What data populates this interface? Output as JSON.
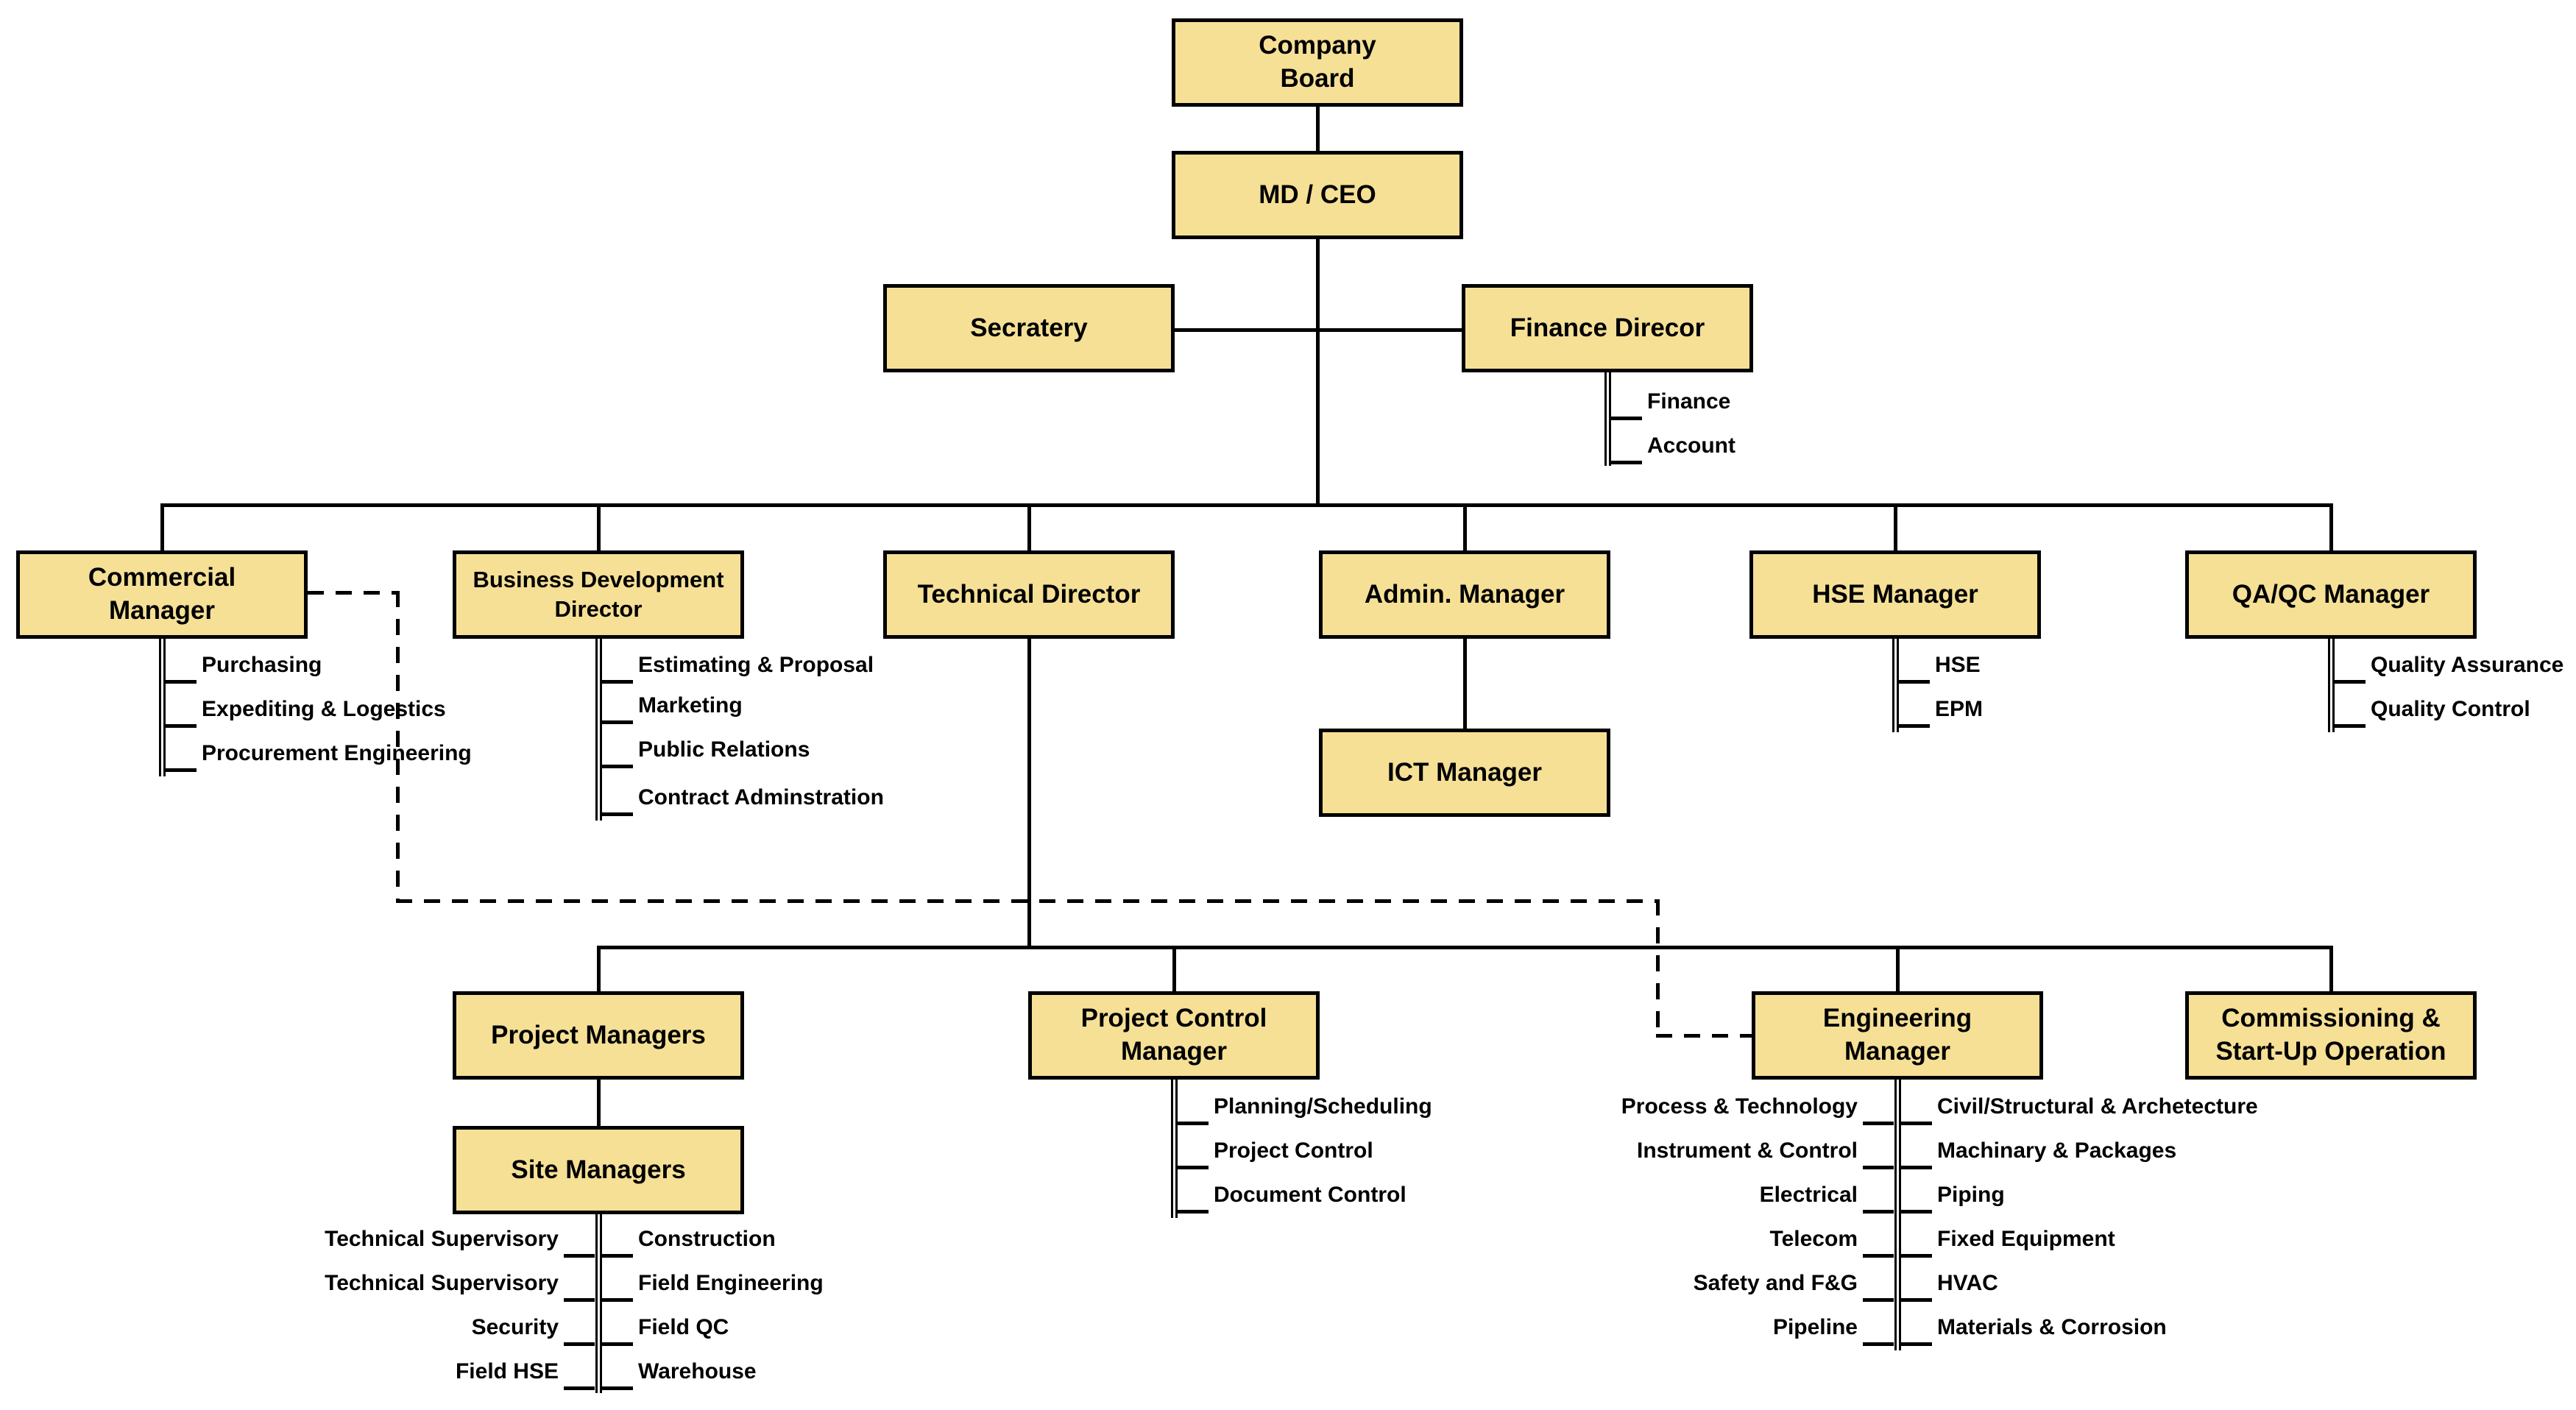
{
  "colors": {
    "box_fill": "#F5E096",
    "box_border": "#000000",
    "line": "#000000",
    "background": "#FFFFFF"
  },
  "nodes": {
    "company_board": "Company\nBoard",
    "md_ceo": "MD / CEO",
    "secretary": "Secratery",
    "finance_director": "Finance Direcor",
    "commercial_manager": "Commercial\nManager",
    "business_development_director": "Business Development\nDirector",
    "technical_director": "Technical Director",
    "admin_manager": "Admin. Manager",
    "hse_manager": "HSE Manager",
    "qaqc_manager": "QA/QC Manager",
    "ict_manager": "ICT Manager",
    "project_managers": "Project Managers",
    "project_control_manager": "Project Control\nManager",
    "engineering_manager": "Engineering\nManager",
    "commissioning": "Commissioning &\nStart-Up Operation",
    "site_managers": "Site Managers"
  },
  "lists": {
    "finance": [
      "Finance",
      "Account"
    ],
    "commercial": [
      "Purchasing",
      "Expediting & Logestics",
      "Procurement Engineering"
    ],
    "business_development": [
      "Estimating & Proposal",
      "Marketing",
      "Public Relations",
      "Contract Adminstration"
    ],
    "hse": [
      "HSE",
      "EPM"
    ],
    "qaqc": [
      "Quality Assurance",
      "Quality Control"
    ],
    "project_control": [
      "Planning/Scheduling",
      "Project Control",
      "Document Control"
    ],
    "site_left": [
      "Technical Supervisory",
      "Technical Supervisory",
      "Security",
      "Field HSE"
    ],
    "site_right": [
      "Construction",
      "Field Engineering",
      "Field QC",
      "Warehouse"
    ],
    "engineering_left": [
      "Process & Technology",
      "Instrument & Control",
      "Electrical",
      "Telecom",
      "Safety and F&G",
      "Pipeline"
    ],
    "engineering_right": [
      "Civil/Structural & Archetecture",
      "Machinary & Packages",
      "Piping",
      "Fixed Equipment",
      "HVAC",
      "Materials & Corrosion"
    ]
  }
}
